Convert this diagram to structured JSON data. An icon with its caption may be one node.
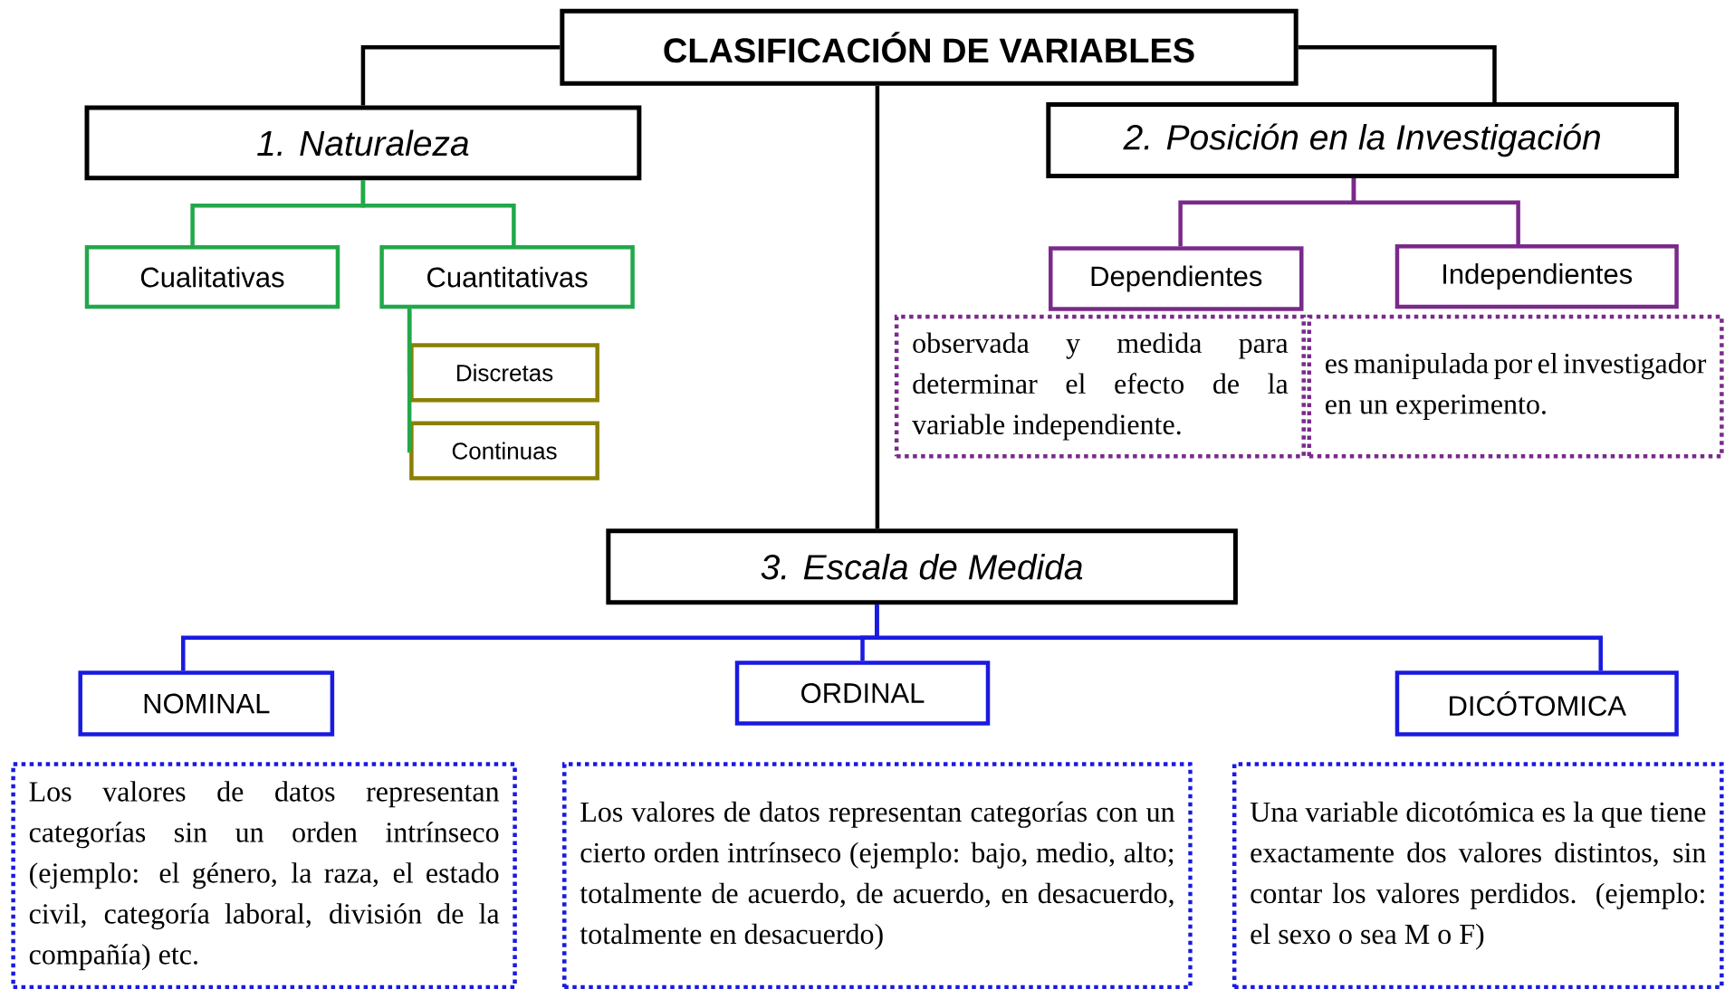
{
  "diagram": {
    "nodes": [
      {
        "text": [
          "CLASIFICACIÓN DE VARIABLES"
        ]
      },
      {
        "text": [
          "1. Naturaleza"
        ]
      },
      {
        "text": [
          "2. Posición en la Investigación"
        ]
      },
      {
        "text": [
          "Cualitativas"
        ]
      },
      {
        "text": [
          "Cuantitativas"
        ]
      },
      {
        "text": [
          "Discretas"
        ]
      },
      {
        "text": [
          "Continuas"
        ]
      },
      {
        "text": [
          "Dependientes"
        ]
      },
      {
        "text": [
          "Independientes"
        ]
      },
      {
        "text": [
          "observada y medida para determinar el efecto de la variable independiente."
        ]
      },
      {
        "text": [
          "es manipulada por el investigador en un experimento."
        ]
      },
      {
        "text": [
          "3. Escala de Medida"
        ]
      },
      {
        "text": [
          "NOMINAL"
        ]
      },
      {
        "text": [
          "ORDINAL"
        ]
      },
      {
        "text": [
          "DICÓTOMICA"
        ]
      },
      {
        "text": [
          "Los valores de datos representan categorías sin un orden intrínseco (ejemplo: el género, la raza, el estado civil, categoría laboral, división de la compañía) etc."
        ]
      },
      {
        "text": [
          "Los valores de datos representan categorías con un cierto orden intrínseco (ejemplo: bajo, medio, alto; totalmente de acuerdo, de acuerdo, en desacuerdo, totalmente en desacuerdo)"
        ]
      },
      {
        "text": [
          "Una variable dicotómica es la que tiene exactamente dos valores distintos, sin contar los valores perdidos. (ejemplo: el sexo o sea M o F)"
        ]
      }
    ],
    "edges": [
      {
        "from": 0,
        "to": 1,
        "arrow": "none",
        "color": "#000000"
      },
      {
        "from": 0,
        "to": 2,
        "arrow": "none",
        "color": "#000000"
      },
      {
        "from": 0,
        "to": 11,
        "arrow": "none",
        "color": "#000000"
      },
      {
        "from": 1,
        "to": 3,
        "arrow": "none",
        "color": "#22a84a"
      },
      {
        "from": 1,
        "to": 4,
        "arrow": "none",
        "color": "#22a84a"
      },
      {
        "from": 4,
        "to": 5,
        "arrow": "none",
        "color": "#22a84a"
      },
      {
        "from": 4,
        "to": 6,
        "arrow": "none",
        "color": "#22a84a"
      },
      {
        "from": 2,
        "to": 7,
        "arrow": "none",
        "color": "#7a2a8a"
      },
      {
        "from": 2,
        "to": 8,
        "arrow": "none",
        "color": "#7a2a8a"
      },
      {
        "from": 11,
        "to": 12,
        "arrow": "none",
        "color": "#1a1ae0"
      },
      {
        "from": 11,
        "to": 13,
        "arrow": "none",
        "color": "#1a1ae0"
      },
      {
        "from": 11,
        "to": 14,
        "arrow": "none",
        "color": "#1a1ae0"
      }
    ]
  }
}
